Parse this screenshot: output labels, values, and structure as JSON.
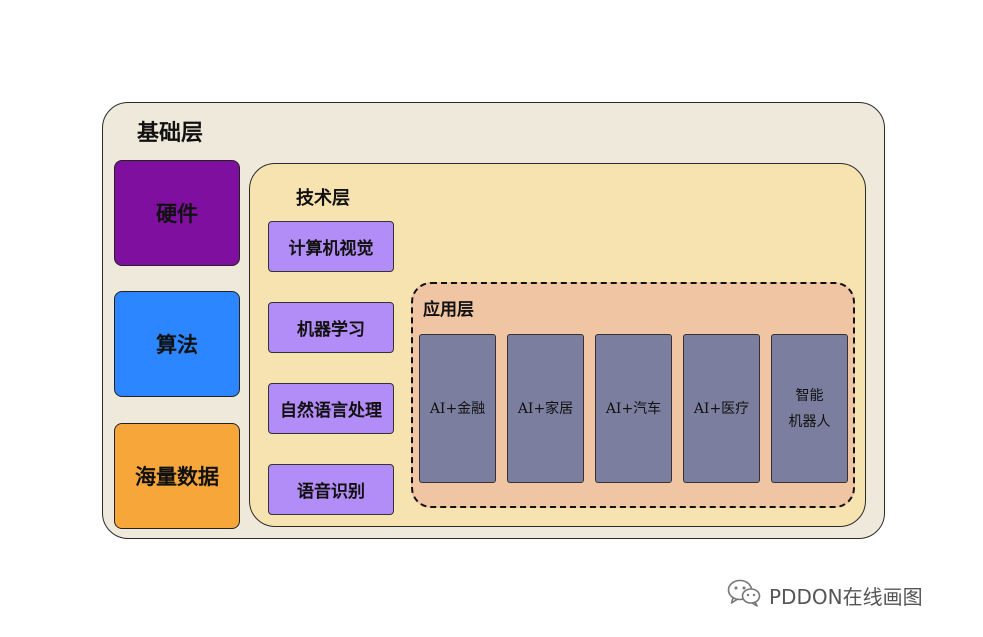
{
  "base_layer": {
    "title": "基础层",
    "items": [
      {
        "label": "硬件",
        "color": "#7f0f9e"
      },
      {
        "label": "算法",
        "color": "#2b86ff"
      },
      {
        "label": "海量数据",
        "color": "#f7a73a"
      }
    ]
  },
  "tech_layer": {
    "title": "技术层",
    "items": [
      "计算机视觉",
      "机器学习",
      "自然语言处理",
      "语音识别"
    ]
  },
  "app_layer": {
    "title": "应用层",
    "items": [
      "AI+金融",
      "AI+家居",
      "AI+汽车",
      "AI+医疗",
      "智能\n机器人"
    ]
  },
  "watermark": {
    "text": "PDDON在线画图",
    "icon": "wechat-logo-icon"
  },
  "colors": {
    "base_bg": "#efe9db",
    "tech_bg": "#f7e3b0",
    "tech_item": "#b38df7",
    "app_bg": "#efc5a3",
    "app_item": "#7b7e9e"
  }
}
